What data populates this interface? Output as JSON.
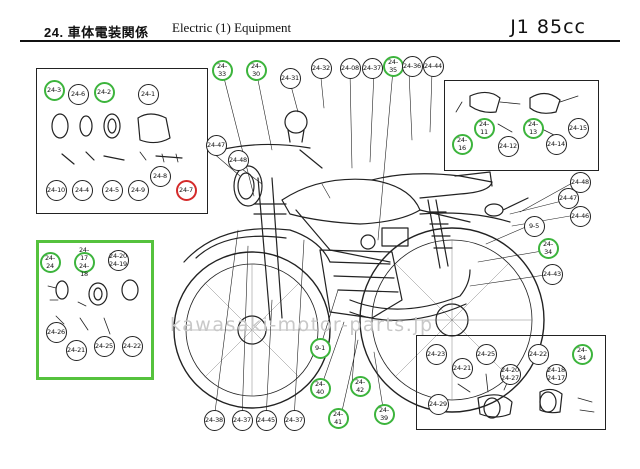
{
  "header": {
    "section": "24. 車体電装関係",
    "title": "Electric (1) Equipment",
    "model": "J1 85cc"
  },
  "watermark": "kawasaki-motor-parts.jp",
  "colors": {
    "highlight_green": "#3cb43c",
    "highlight_red": "#d42a2a",
    "inset_border_green": "#55c23d"
  },
  "callouts": [
    {
      "id": "24-33",
      "label": "24-33",
      "hl": "green"
    },
    {
      "id": "24-30",
      "label": "24-30",
      "hl": "green"
    },
    {
      "id": "24-31",
      "label": "24-31",
      "hl": ""
    },
    {
      "id": "24-32",
      "label": "24-32",
      "hl": ""
    },
    {
      "id": "24-08",
      "label": "24-08",
      "hl": ""
    },
    {
      "id": "24-37a",
      "label": "24-37",
      "hl": ""
    },
    {
      "id": "24-35",
      "label": "24-35",
      "hl": "green"
    },
    {
      "id": "24-36",
      "label": "24-36",
      "hl": ""
    },
    {
      "id": "24-44",
      "label": "24-44",
      "hl": ""
    },
    {
      "id": "24-3",
      "label": "24-3",
      "hl": "green"
    },
    {
      "id": "24-6",
      "label": "24-6",
      "hl": ""
    },
    {
      "id": "24-2",
      "label": "24-2",
      "hl": "green"
    },
    {
      "id": "24-1",
      "label": "24-1",
      "hl": ""
    },
    {
      "id": "24-10",
      "label": "24-10",
      "hl": ""
    },
    {
      "id": "24-4",
      "label": "24-4",
      "hl": ""
    },
    {
      "id": "24-5",
      "label": "24-5",
      "hl": ""
    },
    {
      "id": "24-9",
      "label": "24-9",
      "hl": ""
    },
    {
      "id": "24-8",
      "label": "24-8",
      "hl": ""
    },
    {
      "id": "24-7",
      "label": "24-7",
      "hl": "red"
    },
    {
      "id": "24-47a",
      "label": "24-47",
      "hl": ""
    },
    {
      "id": "24-48a",
      "label": "24-48",
      "hl": ""
    },
    {
      "id": "24-11",
      "label": "24-11",
      "hl": "green"
    },
    {
      "id": "24-16",
      "label": "24-16",
      "hl": "green"
    },
    {
      "id": "24-12",
      "label": "24-12",
      "hl": ""
    },
    {
      "id": "24-13",
      "label": "24-13",
      "hl": "green"
    },
    {
      "id": "24-14",
      "label": "24-14",
      "hl": ""
    },
    {
      "id": "24-15",
      "label": "24-15",
      "hl": ""
    },
    {
      "id": "24-48b",
      "label": "24-48",
      "hl": ""
    },
    {
      "id": "24-47b",
      "label": "24-47",
      "hl": ""
    },
    {
      "id": "24-46",
      "label": "24-46",
      "hl": ""
    },
    {
      "id": "9-5",
      "label": "9-5",
      "hl": ""
    },
    {
      "id": "24-34a",
      "label": "24-34",
      "hl": "green"
    },
    {
      "id": "24-43",
      "label": "24-43",
      "hl": ""
    },
    {
      "id": "24-24",
      "label": "24-24",
      "hl": "green"
    },
    {
      "id": "24-17",
      "label": "24-17\n24-18",
      "hl": "green"
    },
    {
      "id": "24-20",
      "label": "24-20\n24-19",
      "hl": ""
    },
    {
      "id": "24-26",
      "label": "24-26",
      "hl": ""
    },
    {
      "id": "24-21",
      "label": "24-21",
      "hl": ""
    },
    {
      "id": "24-25",
      "label": "24-25",
      "hl": ""
    },
    {
      "id": "24-22",
      "label": "24-22",
      "hl": ""
    },
    {
      "id": "9-1",
      "label": "9-1",
      "hl": "green"
    },
    {
      "id": "24-40",
      "label": "24-40",
      "hl": "green"
    },
    {
      "id": "24-42",
      "label": "24-42",
      "hl": "green"
    },
    {
      "id": "24-41",
      "label": "24-41",
      "hl": "green"
    },
    {
      "id": "24-39",
      "label": "24-39",
      "hl": "green"
    },
    {
      "id": "24-38",
      "label": "24-38",
      "hl": ""
    },
    {
      "id": "24-37b",
      "label": "24-37",
      "hl": ""
    },
    {
      "id": "24-45",
      "label": "24-45",
      "hl": ""
    },
    {
      "id": "24-37c",
      "label": "24-37",
      "hl": ""
    },
    {
      "id": "24-23r",
      "label": "24-23",
      "hl": ""
    },
    {
      "id": "24-21r",
      "label": "24-21",
      "hl": ""
    },
    {
      "id": "24-25r",
      "label": "24-25",
      "hl": ""
    },
    {
      "id": "24-20r",
      "label": "24-20\n24-27",
      "hl": ""
    },
    {
      "id": "24-22r",
      "label": "24-22",
      "hl": ""
    },
    {
      "id": "24-34b",
      "label": "24-34",
      "hl": "green"
    },
    {
      "id": "24-18r",
      "label": "24-18\n24-17",
      "hl": ""
    },
    {
      "id": "24-29",
      "label": "24-29",
      "hl": ""
    }
  ]
}
